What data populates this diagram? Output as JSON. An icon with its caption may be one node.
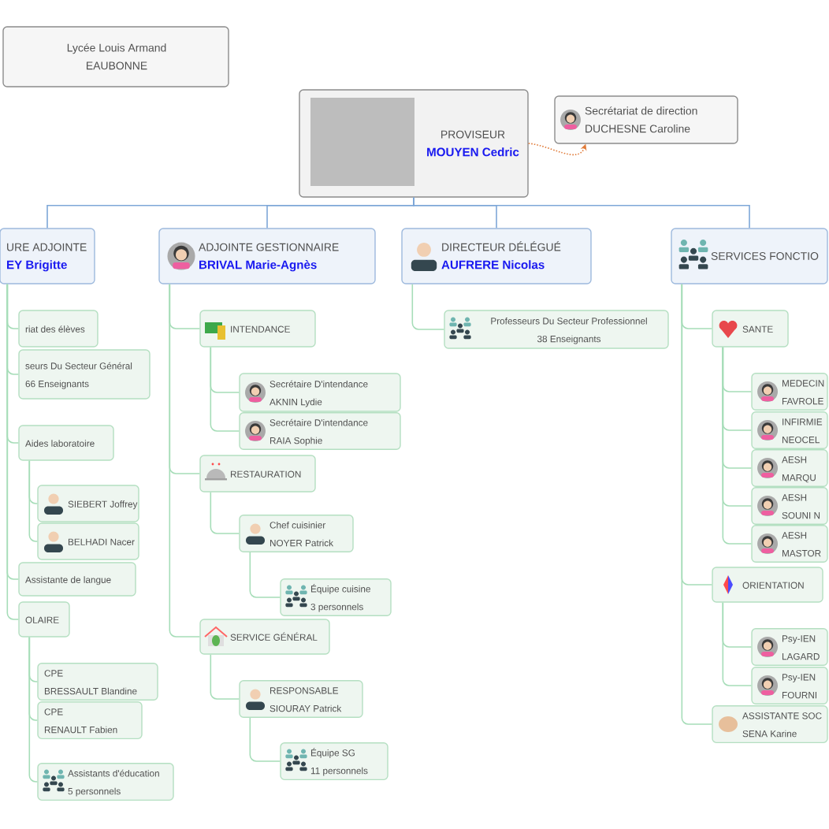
{
  "diagram": {
    "nodes": [
      {
        "text": [
          "Lycée Louis Armand",
          "EAUBONNE"
        ]
      },
      {
        "text": [
          "PROVISEUR",
          "MOUYEN Cedric"
        ]
      },
      {
        "text": [
          "Secrétariat de direction",
          "DUCHESNE Caroline"
        ]
      },
      {
        "text": [
          "URE ADJOINTE",
          "EY Brigitte"
        ]
      },
      {
        "text": [
          "riat des élèves"
        ]
      },
      {
        "text": [
          "seurs Du Secteur Général",
          "66 Enseignants"
        ]
      },
      {
        "text": [
          "Aides laboratoire"
        ]
      },
      {
        "text": [
          "SIEBERT Joffrey"
        ]
      },
      {
        "text": [
          "BELHADI Nacer"
        ]
      },
      {
        "text": [
          "Assistante de langue"
        ]
      },
      {
        "text": [
          "OLAIRE"
        ]
      },
      {
        "text": [
          "CPE",
          "BRESSAULT Blandine"
        ]
      },
      {
        "text": [
          "CPE",
          "RENAULT Fabien"
        ]
      },
      {
        "text": [
          "Assistants d'éducation",
          "5 personnels"
        ]
      },
      {
        "text": [
          "ADJOINTE GESTIONNAIRE",
          "BRIVAL Marie-Agnès"
        ]
      },
      {
        "text": [
          "INTENDANCE"
        ]
      },
      {
        "text": [
          "Secrétaire D'intendance",
          "AKNIN Lydie"
        ]
      },
      {
        "text": [
          "Secrétaire D'intendance",
          "RAIA Sophie"
        ]
      },
      {
        "text": [
          "RESTAURATION"
        ]
      },
      {
        "text": [
          "Chef cuisinier",
          "NOYER Patrick"
        ]
      },
      {
        "text": [
          "Équipe cuisine",
          "3 personnels"
        ]
      },
      {
        "text": [
          "SERVICE GÉNÉRAL"
        ]
      },
      {
        "text": [
          "RESPONSABLE",
          "SIOURAY Patrick"
        ]
      },
      {
        "text": [
          "Équipe SG",
          "11 personnels"
        ]
      },
      {
        "text": [
          "DIRECTEUR DÉLÉGUÉ",
          "AUFRERE Nicolas"
        ]
      },
      {
        "text": [
          "Professeurs Du Secteur Professionnel",
          "38 Enseignants"
        ]
      },
      {
        "text": [
          "SERVICES FONCTIO"
        ]
      },
      {
        "text": [
          "SANTE"
        ]
      },
      {
        "text": [
          "MEDECIN",
          "FAVROLE"
        ]
      },
      {
        "text": [
          "INFIRMIE",
          "NEOCEL"
        ]
      },
      {
        "text": [
          "AESH",
          "MARQU"
        ]
      },
      {
        "text": [
          "AESH",
          "SOUNI N"
        ]
      },
      {
        "text": [
          "AESH",
          "MASTOR"
        ]
      },
      {
        "text": [
          "ORIENTATION"
        ]
      },
      {
        "text": [
          "Psy-IEN",
          "LAGARD"
        ]
      },
      {
        "text": [
          "Psy-IEN",
          "FOURNI"
        ]
      },
      {
        "text": [
          "ASSISTANTE SOC",
          "SENA Karine"
        ]
      }
    ],
    "edges": [
      {
        "from": 1,
        "to": 2,
        "arrow": "to",
        "style": "dashed",
        "color": "#e07b39"
      },
      {
        "from": 1,
        "to": 3,
        "arrow": "none",
        "color": "#7ea7d8"
      },
      {
        "from": 1,
        "to": 14,
        "arrow": "none",
        "color": "#7ea7d8"
      },
      {
        "from": 1,
        "to": 24,
        "arrow": "none",
        "color": "#7ea7d8"
      },
      {
        "from": 1,
        "to": 26,
        "arrow": "none",
        "color": "#7ea7d8"
      },
      {
        "from": 3,
        "to": 4,
        "arrow": "none"
      },
      {
        "from": 3,
        "to": 5,
        "arrow": "none"
      },
      {
        "from": 3,
        "to": 6,
        "arrow": "none"
      },
      {
        "from": 6,
        "to": 7,
        "arrow": "none"
      },
      {
        "from": 6,
        "to": 8,
        "arrow": "none"
      },
      {
        "from": 3,
        "to": 9,
        "arrow": "none"
      },
      {
        "from": 3,
        "to": 10,
        "arrow": "none"
      },
      {
        "from": 10,
        "to": 11,
        "arrow": "none"
      },
      {
        "from": 10,
        "to": 12,
        "arrow": "none"
      },
      {
        "from": 10,
        "to": 13,
        "arrow": "none"
      },
      {
        "from": 14,
        "to": 15,
        "arrow": "none"
      },
      {
        "from": 15,
        "to": 16,
        "arrow": "none"
      },
      {
        "from": 15,
        "to": 17,
        "arrow": "none"
      },
      {
        "from": 14,
        "to": 18,
        "arrow": "none"
      },
      {
        "from": 18,
        "to": 19,
        "arrow": "none"
      },
      {
        "from": 19,
        "to": 20,
        "arrow": "none"
      },
      {
        "from": 14,
        "to": 21,
        "arrow": "none"
      },
      {
        "from": 21,
        "to": 22,
        "arrow": "none"
      },
      {
        "from": 22,
        "to": 23,
        "arrow": "none"
      },
      {
        "from": 24,
        "to": 25,
        "arrow": "none"
      },
      {
        "from": 26,
        "to": 27,
        "arrow": "none"
      },
      {
        "from": 27,
        "to": 28,
        "arrow": "none"
      },
      {
        "from": 27,
        "to": 29,
        "arrow": "none"
      },
      {
        "from": 27,
        "to": 30,
        "arrow": "none"
      },
      {
        "from": 27,
        "to": 31,
        "arrow": "none"
      },
      {
        "from": 27,
        "to": 32,
        "arrow": "none"
      },
      {
        "from": 26,
        "to": 33,
        "arrow": "none"
      },
      {
        "from": 33,
        "to": 34,
        "arrow": "none"
      },
      {
        "from": 33,
        "to": 35,
        "arrow": "none"
      },
      {
        "from": 26,
        "to": 36,
        "arrow": "none"
      }
    ]
  }
}
